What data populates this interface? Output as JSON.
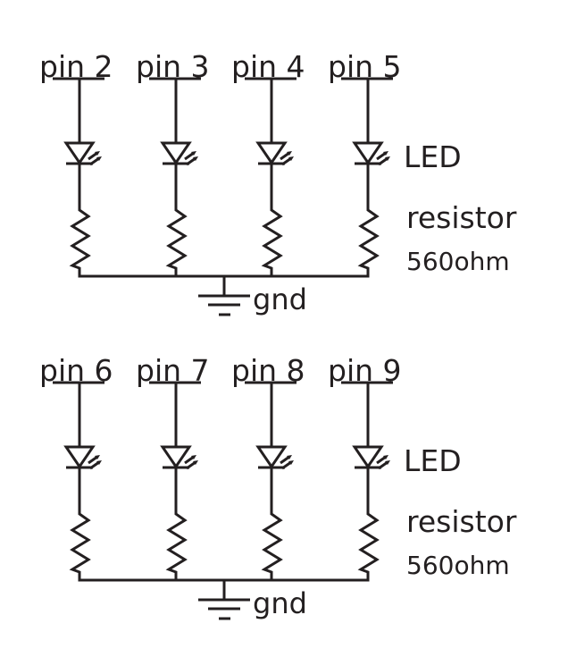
{
  "groups": [
    {
      "pins": [
        "pin 2",
        "pin 3",
        "pin 4",
        "pin 5"
      ],
      "led_label": "LED",
      "resistor_label": "resistor",
      "resistor_value": "560ohm",
      "ground_label": "gnd"
    },
    {
      "pins": [
        "pin 6",
        "pin 7",
        "pin 8",
        "pin 9"
      ],
      "led_label": "LED",
      "resistor_label": "resistor",
      "resistor_value": "560ohm",
      "ground_label": "gnd"
    }
  ],
  "colors": {
    "ink": "#231f20",
    "background": "#ffffff"
  }
}
